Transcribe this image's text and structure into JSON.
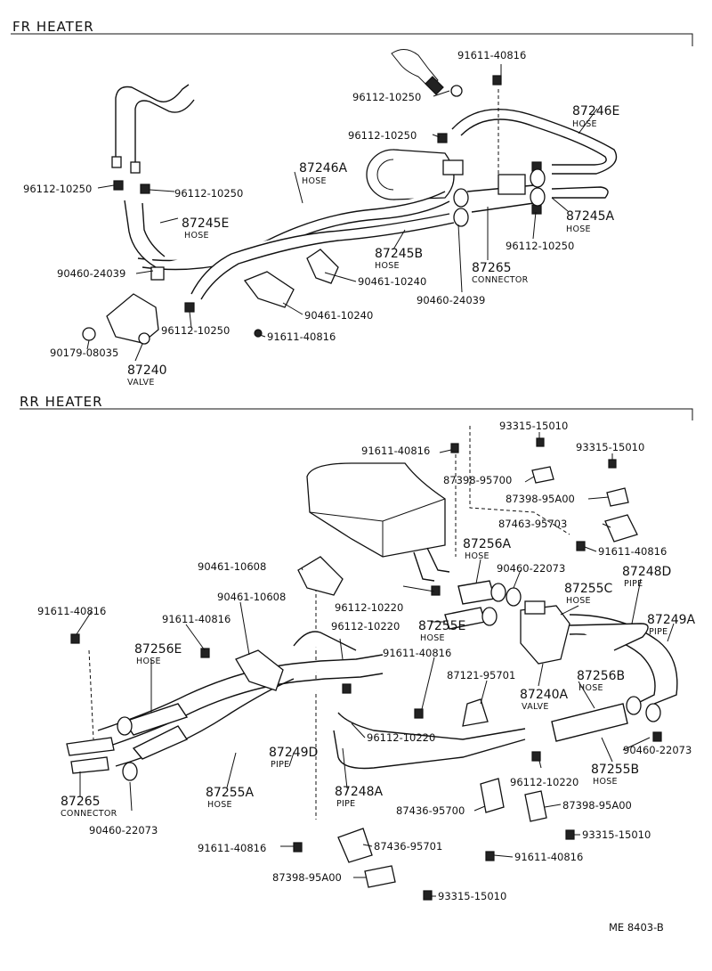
{
  "sections": {
    "fr": "FR HEATER",
    "rr": "RR HEATER"
  },
  "footer": "ME 8403-B",
  "fr_labels": [
    "91611-40816",
    "96112-10250",
    "96112-10250",
    "87246E",
    "HOSE",
    "96112-10250",
    "96112-10250",
    "87246A",
    "HOSE",
    "87245E",
    "HOSE",
    "87245A",
    "HOSE",
    "96112-10250",
    "87245B",
    "HOSE",
    "87265",
    "CONNECTOR",
    "90460-24039",
    "90461-10240",
    "90460-24039",
    "90461-10240",
    "96112-10250",
    "91611-40816",
    "90179-08035",
    "87240",
    "VALVE"
  ],
  "rr_labels": [
    "93315-15010",
    "91611-40816",
    "93315-15010",
    "87398-95700",
    "87398-95A00",
    "87463-95703",
    "91611-40816",
    "87256A",
    "HOSE",
    "90460-22073",
    "87248D",
    "PIPE",
    "90461-10608",
    "91611-40816",
    "90461-10608",
    "96112-10220",
    "87255C",
    "HOSE",
    "87249A",
    "PIPE",
    "91611-40816",
    "96112-10220",
    "87255E",
    "HOSE",
    "87256E",
    "HOSE",
    "91611-40816",
    "87121-95701",
    "87256B",
    "HOSE",
    "87240A",
    "VALVE",
    "96112-10220",
    "90460-22073",
    "87249D",
    "PIPE",
    "87255B",
    "HOSE",
    "87265",
    "CONNECTOR",
    "87255A",
    "HOSE",
    "87248A",
    "PIPE",
    "96112-10220",
    "87436-95700",
    "87398-95A00",
    "90460-22073",
    "93315-15010",
    "91611-40816",
    "87436-95701",
    "91611-40816",
    "87398-95A00",
    "93315-15010"
  ]
}
